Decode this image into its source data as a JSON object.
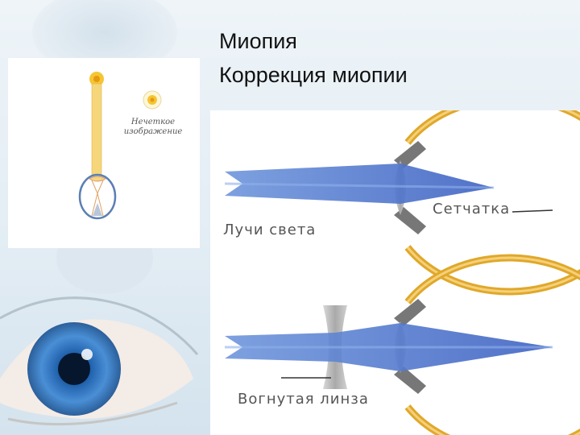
{
  "slide": {
    "title_line1": "Миопия",
    "title_line2": "Коррекция миопии"
  },
  "left_diagram": {
    "caption_line1": "Нечеткое",
    "caption_line2": "изображение"
  },
  "right_diagram": {
    "label_retina": "Сетчатка",
    "label_rays": "Лучи света",
    "label_lens": "Вогнутая линза"
  },
  "colors": {
    "sclera": "#e0a82a",
    "ray": "#4f72c8",
    "ray_light": "#7aa0de",
    "lens": "#b8b8b8",
    "left_ray": "#f6d67a"
  }
}
